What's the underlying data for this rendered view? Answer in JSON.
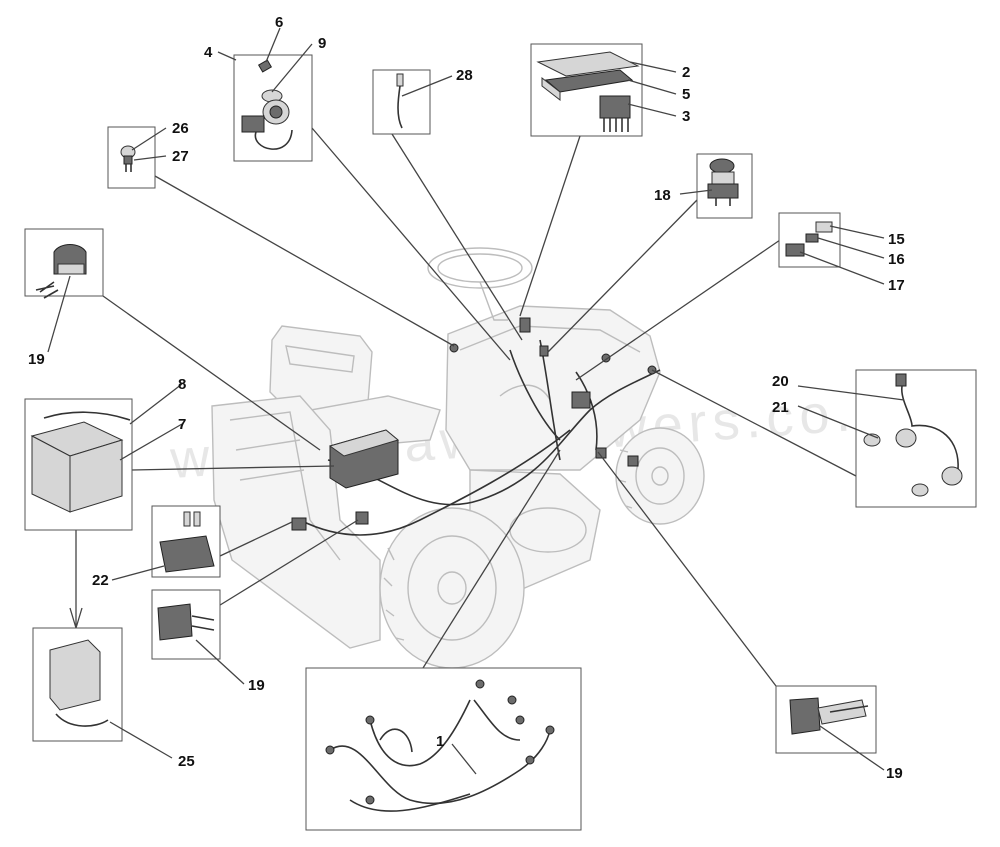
{
  "diagram": {
    "watermark": "worldoflawnmowers.co.uk",
    "callouts": {
      "c1": "1",
      "c2": "2",
      "c3": "3",
      "c4": "4",
      "c5": "5",
      "c6": "6",
      "c7": "7",
      "c8": "8",
      "c9": "9",
      "c15": "15",
      "c16": "16",
      "c17": "17",
      "c18": "18",
      "c19a": "19",
      "c19b": "19",
      "c19c": "19",
      "c20": "20",
      "c21": "21",
      "c22": "22",
      "c25": "25",
      "c26": "26",
      "c27": "27",
      "c28": "28"
    }
  }
}
